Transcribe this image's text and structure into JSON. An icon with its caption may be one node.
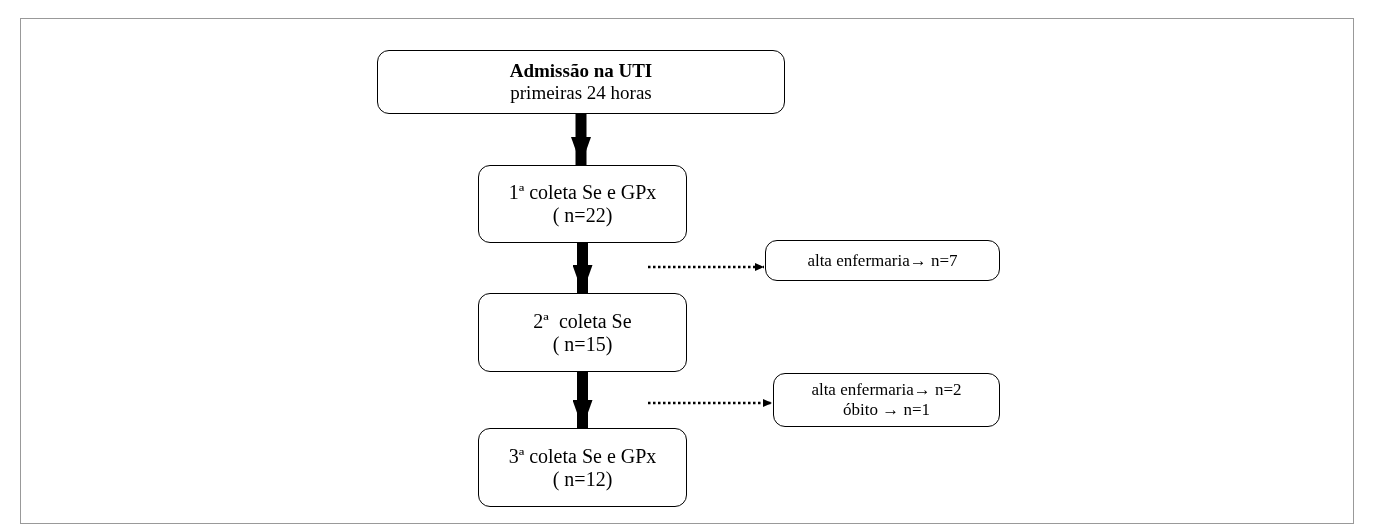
{
  "diagram": {
    "nodes": [
      {
        "text": [
          "Admissão na UTI",
          "primeiras 24 horas"
        ]
      },
      {
        "text": [
          "1ª coleta Se e GPx",
          "( n=22)"
        ]
      },
      {
        "text": [
          "2ª  coleta Se",
          "( n=15)"
        ]
      },
      {
        "text": [
          "3ª coleta Se e GPx",
          "( n=12)"
        ]
      },
      {
        "text": [
          "alta enfermaria→ n=7"
        ]
      },
      {
        "text": [
          "alta enfermaria→ n=2",
          "óbito → n=1"
        ]
      }
    ],
    "edges": [
      {
        "from": 0,
        "to": 1,
        "arrow": "to"
      },
      {
        "from": 1,
        "to": 2,
        "arrow": "to"
      },
      {
        "from": 2,
        "to": 3,
        "arrow": "to"
      },
      {
        "from": null,
        "to": 4,
        "arrow": "to",
        "style": "dashed"
      },
      {
        "from": null,
        "to": 5,
        "arrow": "to",
        "style": "dashed"
      }
    ]
  }
}
